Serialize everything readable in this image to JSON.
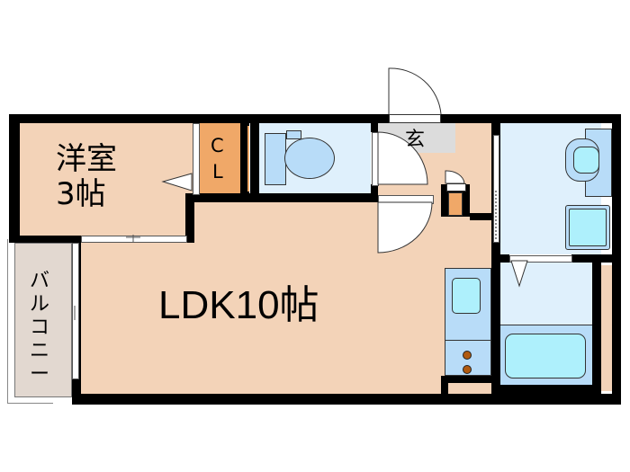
{
  "floorplan": {
    "rooms": {
      "western_room": {
        "name": "洋室",
        "size": "3帖"
      },
      "closet": {
        "label_line1": "C",
        "label_line2": "L"
      },
      "entrance": {
        "label": "玄"
      },
      "ldk": {
        "label": "LDK10帖"
      },
      "balcony": {
        "label": "バルコニー"
      },
      "toilet": {
        "label": ""
      },
      "washroom": {
        "label": ""
      },
      "bathroom": {
        "label": ""
      }
    },
    "colors": {
      "wall": "#000000",
      "room_floor": "#f3d3b8",
      "closet_floor": "#f0a868",
      "wet_area_floor": "#dff0fc",
      "fixture_blue": "#b8dcf8",
      "fixture_cyan": "#aef0fc",
      "entrance_floor": "#dcdcdc",
      "balcony_floor": "#e2d8d0",
      "stove_knob": "#b05a10"
    }
  }
}
